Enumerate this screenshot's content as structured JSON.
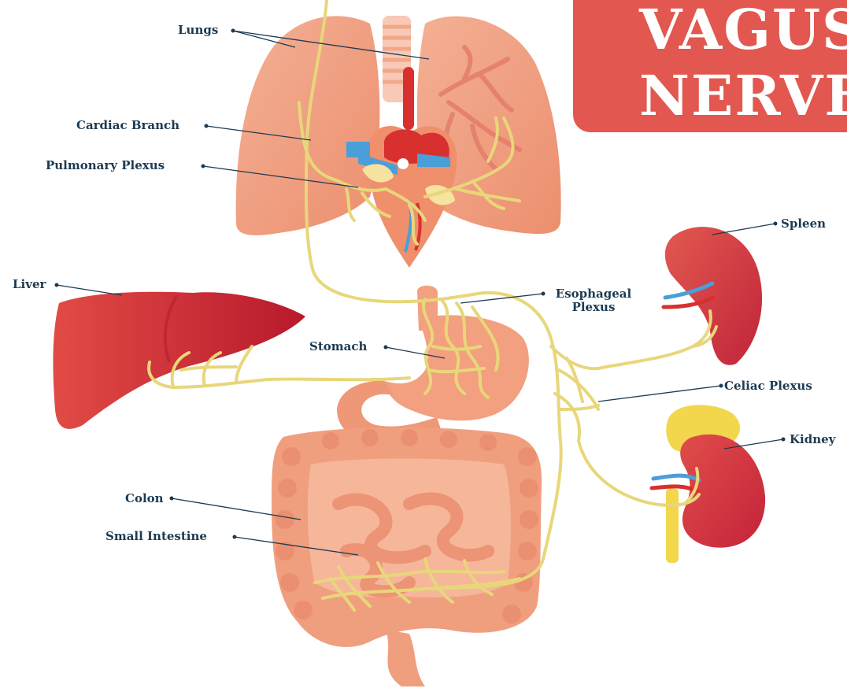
{
  "title": {
    "line1": "VAGUS",
    "line2": "NERVE"
  },
  "labels": {
    "lungs": "Lungs",
    "cardiac_branch": "Cardiac Branch",
    "pulmonary_plexus": "Pulmonary Plexus",
    "liver": "Liver",
    "esophageal_plexus_1": "Esophageal",
    "esophageal_plexus_2": "Plexus",
    "stomach": "Stomach",
    "spleen": "Spleen",
    "celiac_plexus": "Celiac Plexus",
    "kidney": "Kidney",
    "colon": "Colon",
    "small_intestine": "Small Intestine"
  },
  "colors": {
    "organ_pink": "#f2a07f",
    "organ_pink_dark": "#e8876a",
    "liver_red": "#d9343a",
    "nerve_yellow": "#e8d77a",
    "vein_blue": "#4a9fd8",
    "artery_red": "#d7302f",
    "label_text": "#1d3a52",
    "title_bg": "#e2574f"
  }
}
